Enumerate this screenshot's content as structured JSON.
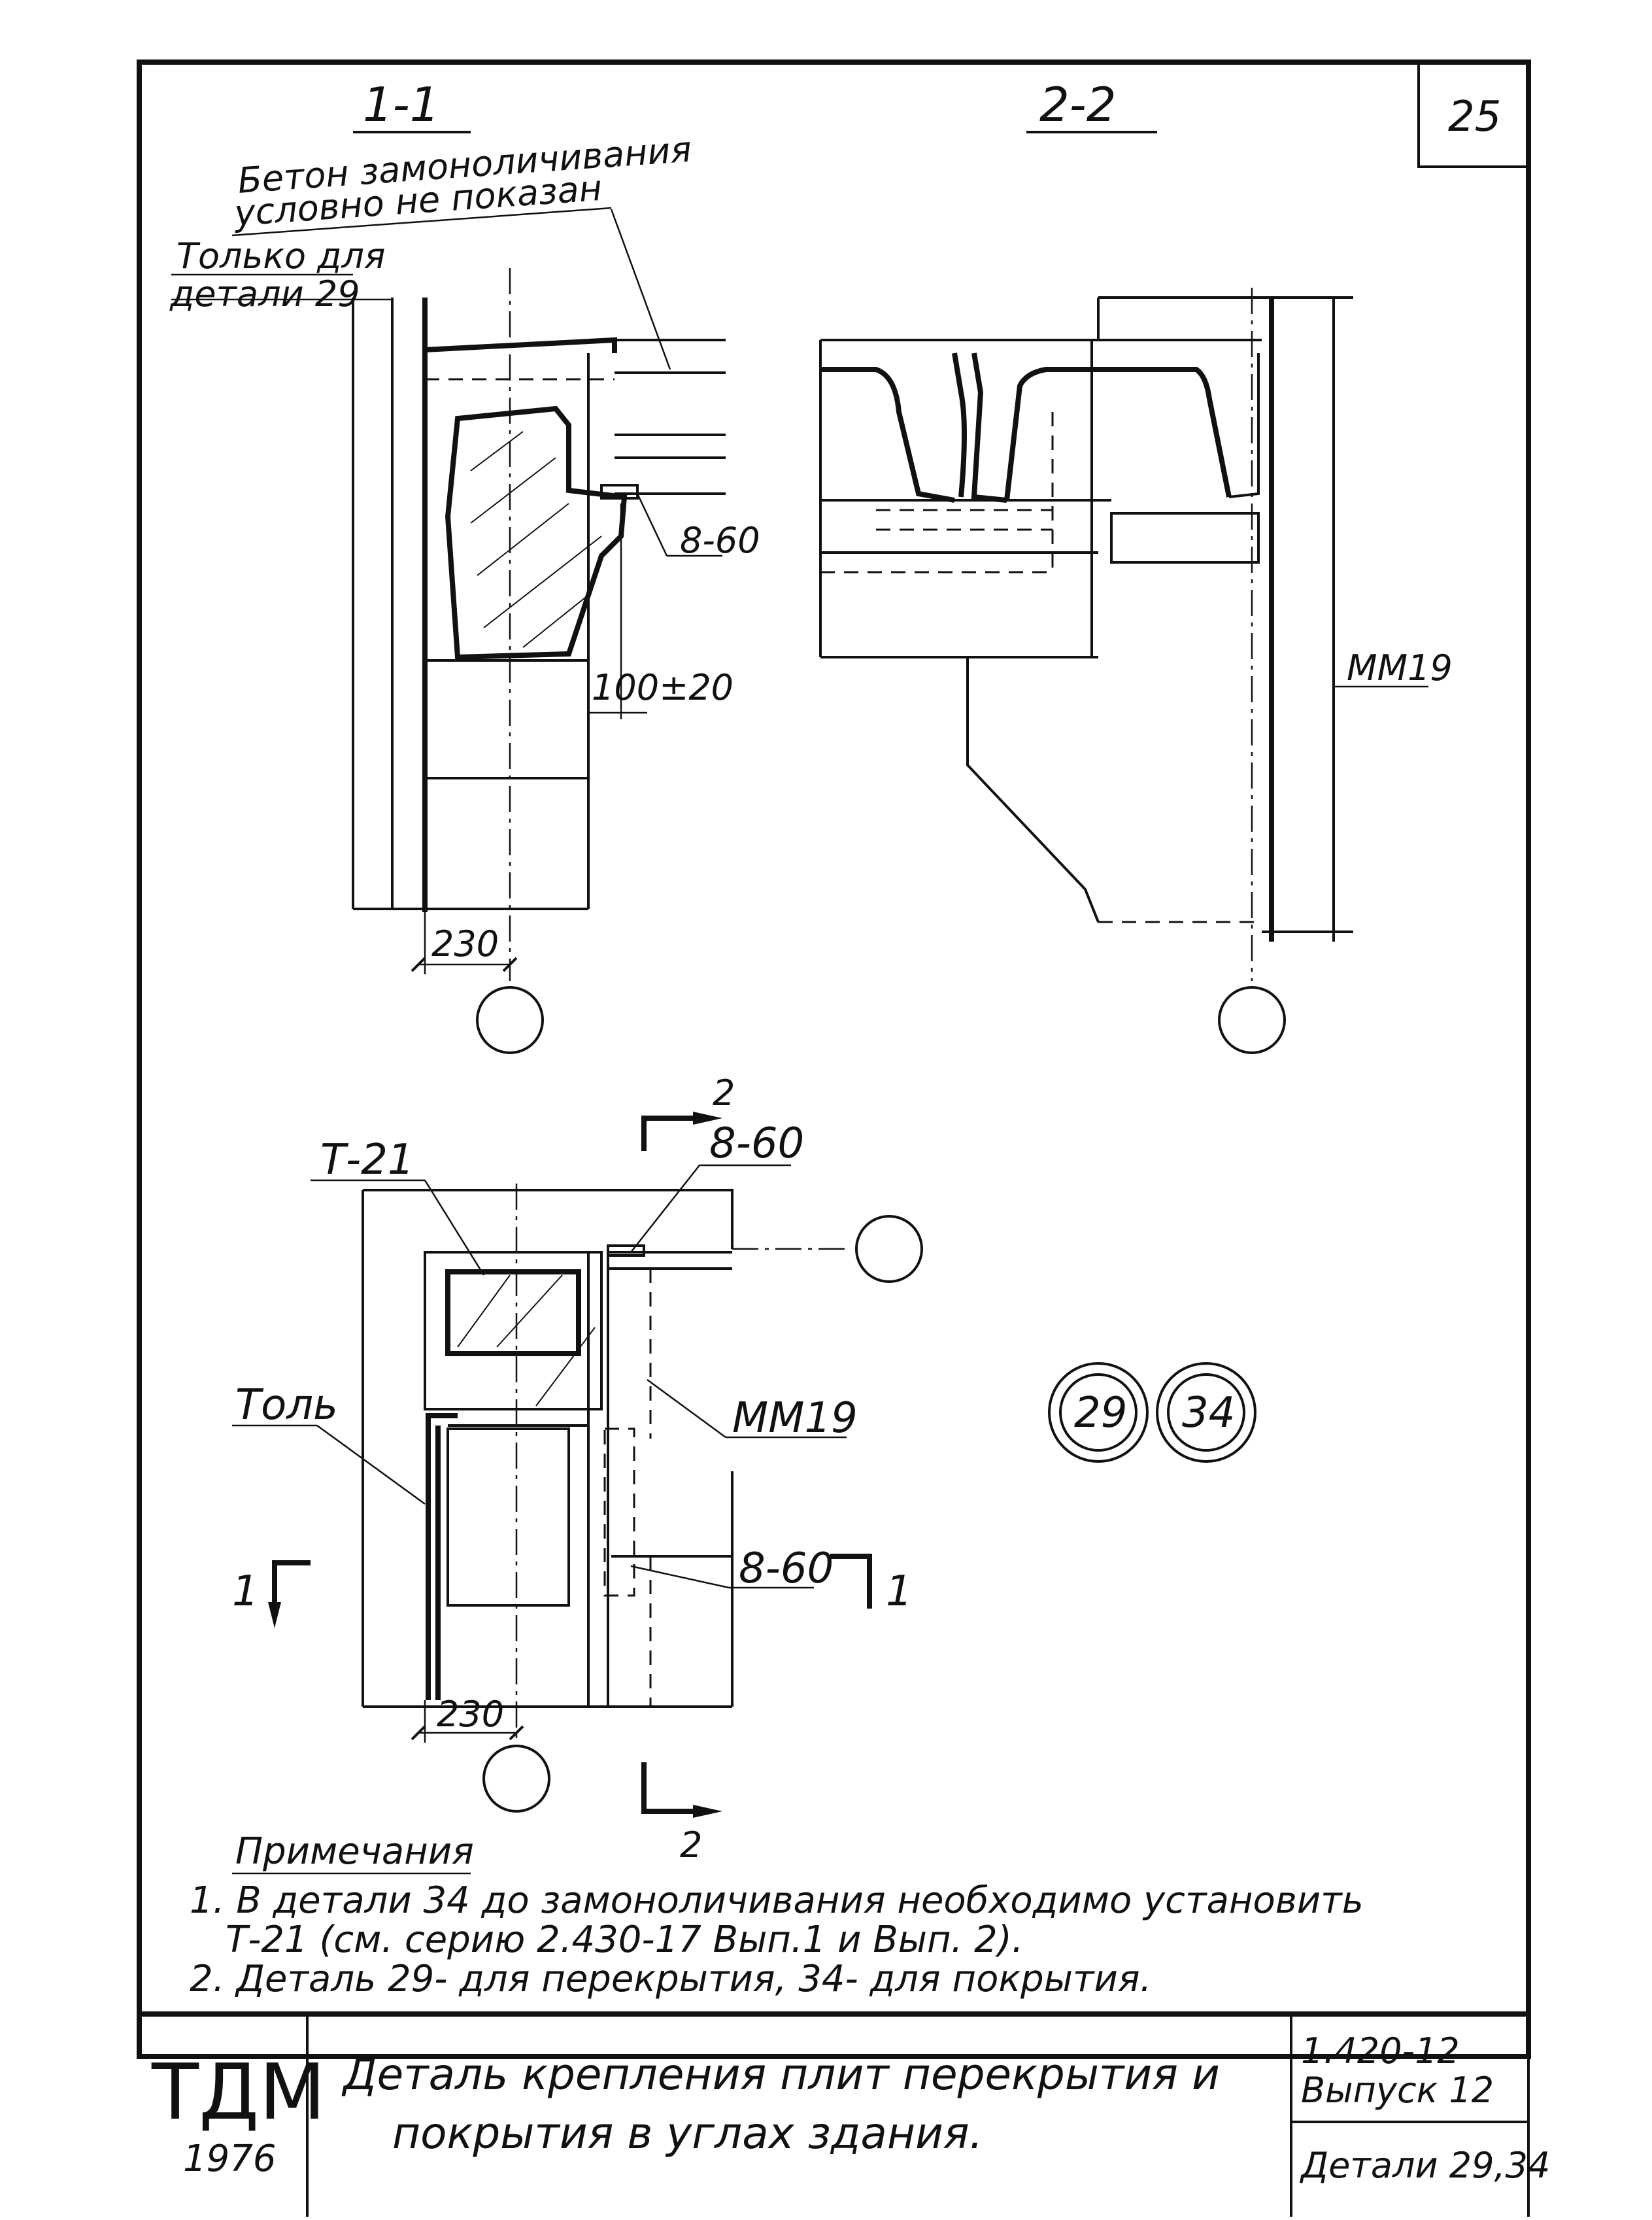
{
  "sheet": {
    "page_number": "25",
    "section_1_1": "1-1",
    "section_2_2": "2-2"
  },
  "section_1_1": {
    "concrete_note_line1": "Бетон замоноличивания",
    "concrete_note_line2": "условно не показан",
    "only_for_line1": "Только для",
    "only_for_line2": "детали 29",
    "weld": "8-60",
    "dim_gap": "100±20",
    "dim_width": "230"
  },
  "section_2_2": {
    "anchor": "ММ19"
  },
  "plan": {
    "t21": "Т-21",
    "weld_top": "8-60",
    "weld_mid": "8-60",
    "ruberoid": "Толь",
    "anchor": "ММ19",
    "dim_width": "230",
    "cut_2_top": "2",
    "cut_2_bottom": "2",
    "cut_1_left": "1",
    "cut_1_right": "1"
  },
  "detail_marks": {
    "left": "29",
    "right": "34"
  },
  "notes": {
    "heading": "Примечания",
    "line1": "1.  В детали 34 до замоноличивания  необходимо  установить",
    "line2": "Т-21 (см. серию  2.430-17  Вып.1 и Вып. 2).",
    "line3": "2. Деталь 29- для перекрытия, 34- для  покрытия."
  },
  "title_block": {
    "logo": "ТДМ",
    "year": "1976",
    "title_line1": "Деталь  крепления  плит   перекрытия  и",
    "title_line2": "покрытия  в углах  здания.",
    "series_line1": "1.420-12",
    "series_line2": "Выпуск  12",
    "sheet_name": "Детали 29,34"
  }
}
